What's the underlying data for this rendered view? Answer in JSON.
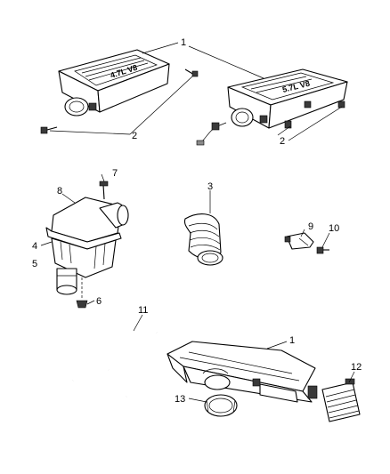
{
  "callouts": {
    "c1_top": "1",
    "c2_left": "2",
    "c2_right": "2",
    "c3": "3",
    "c4": "4",
    "c5": "5",
    "c6": "6",
    "c7": "7",
    "c8": "8",
    "c9": "9",
    "c10": "10",
    "c11": "11",
    "c1_bottom": "1",
    "c12": "12",
    "c13": "13"
  },
  "lid_markings": {
    "left_lid": "4.7L V8",
    "right_lid": "5.7L V8"
  }
}
